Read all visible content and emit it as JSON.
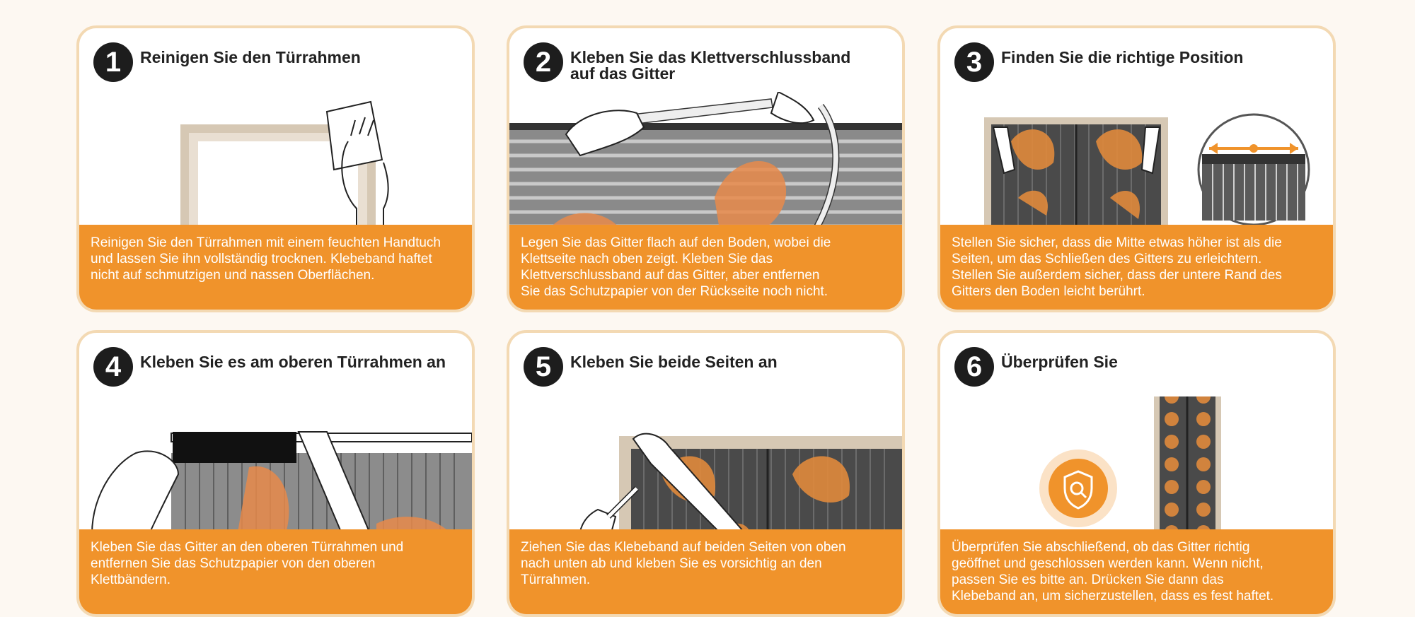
{
  "colors": {
    "accent": "#f0932b",
    "card_border": "#f3d9b3",
    "number_badge": "#1d1d1d",
    "page_background": "#fdf8f2"
  },
  "steps": [
    {
      "number": "1",
      "title": "Reinigen Sie den Türrahmen",
      "lines": [
        "Reinigen Sie den Türrahmen mit einem feuchten Handtuch",
        "und lassen Sie ihn vollständig trocknen. Klebeband haftet",
        "nicht auf schmutzigen und nassen Oberflächen."
      ]
    },
    {
      "number": "2",
      "title": "Kleben Sie das Klettverschlussband auf das Gitter",
      "lines": [
        "Legen Sie das Gitter flach auf den Boden, wobei die",
        "Klettseite nach oben zeigt. Kleben Sie das",
        "Klettverschlussband auf das Gitter, aber entfernen",
        "Sie das Schutzpapier von der Rückseite noch nicht."
      ]
    },
    {
      "number": "3",
      "title": "Finden Sie die richtige Position",
      "lines": [
        "Stellen Sie sicher, dass die Mitte etwas höher ist als die",
        "Seiten, um das Schließen des Gitters zu erleichtern.",
        "Stellen Sie außerdem sicher, dass der untere Rand des",
        "Gitters den Boden leicht berührt."
      ]
    },
    {
      "number": "4",
      "title": "Kleben Sie es am oberen Türrahmen an",
      "lines": [
        "Kleben Sie das Gitter an den oberen Türrahmen und",
        "entfernen Sie das Schutzpapier von den oberen",
        "Klettbändern."
      ]
    },
    {
      "number": "5",
      "title": "Kleben Sie beide Seiten an",
      "lines": [
        "Ziehen Sie das Klebeband auf beiden Seiten von oben",
        "nach unten ab und kleben Sie es vorsichtig an den",
        "Türrahmen."
      ]
    },
    {
      "number": "6",
      "title": "Überprüfen Sie",
      "lines": [
        "Überprüfen Sie abschließend, ob das Gitter richtig",
        "geöffnet und geschlossen werden kann. Wenn nicht,",
        "passen Sie es bitte an. Drücken Sie dann das",
        "Klebeband an, um sicherzustellen, dass es fest haftet."
      ]
    }
  ]
}
